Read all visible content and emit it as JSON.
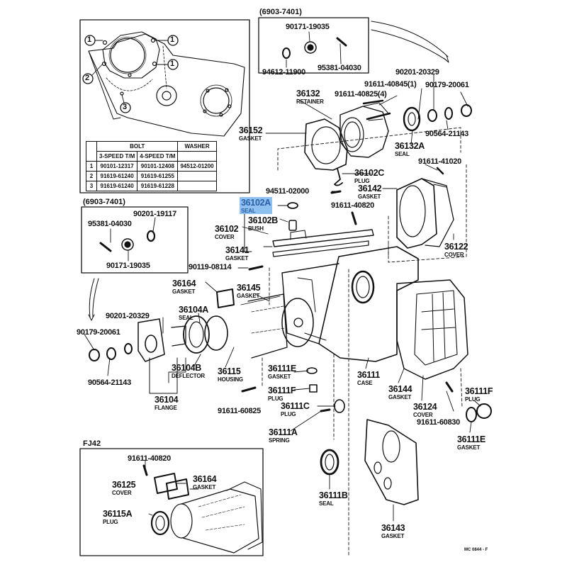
{
  "diagram": {
    "type": "exploded-parts-diagram",
    "footer_code": "MC 0844 - F",
    "highlight_color": "#8fc1f0",
    "highlighted_part": "36102A"
  },
  "inset_bolts": {
    "callouts": [
      "1",
      "1",
      "1",
      "2",
      "3"
    ],
    "table": {
      "header_group": "BOLT",
      "header_washer": "WASHER",
      "col_3speed": "3-SPEED T/M",
      "col_4speed": "4-SPEED T/M",
      "rows": [
        {
          "no": "1",
          "three": "90101-12317",
          "four": "90101-12408",
          "washer": "94512-01200"
        },
        {
          "no": "2",
          "three": "91619-61240",
          "four": "91619-61255",
          "washer": ""
        },
        {
          "no": "3",
          "three": "91619-61240",
          "four": "91619-61228",
          "washer": ""
        }
      ]
    }
  },
  "inset_top": {
    "title": "(6903-7401)",
    "parts": [
      "90171-19035",
      "94612-11900",
      "95381-04030"
    ]
  },
  "inset_left": {
    "title": "(6903-7401)",
    "parts": [
      "90201-19117",
      "95381-04030",
      "90171-19035"
    ]
  },
  "inset_fj42": {
    "title": "FJ42",
    "parts": [
      {
        "pn": "91611-40820",
        "name": ""
      },
      {
        "pn": "36125",
        "name": "COVER"
      },
      {
        "pn": "36164",
        "name": "GASKET"
      },
      {
        "pn": "36115A",
        "name": "PLUG"
      }
    ]
  },
  "parts": {
    "p36132": {
      "pn": "36132",
      "name": "RETAINER"
    },
    "p91611_40825": {
      "pn": "91611-40825(4)",
      "name": ""
    },
    "p91611_40845": {
      "pn": "91611-40845(1)",
      "name": ""
    },
    "p90201_20329_top": {
      "pn": "90201-20329",
      "name": ""
    },
    "p90179_20061_top": {
      "pn": "90179-20061",
      "name": ""
    },
    "p36152": {
      "pn": "36152",
      "name": "GASKET"
    },
    "p90564_21143_top": {
      "pn": "90564-21143",
      "name": ""
    },
    "p36132A": {
      "pn": "36132A",
      "name": "SEAL"
    },
    "p91611_41020": {
      "pn": "91611-41020",
      "name": ""
    },
    "p36102C": {
      "pn": "36102C",
      "name": "PLUG"
    },
    "p94511_02000": {
      "pn": "94511-02000",
      "name": ""
    },
    "p36142": {
      "pn": "36142",
      "name": "GASKET"
    },
    "p36102A": {
      "pn": "36102A",
      "name": "SEAL"
    },
    "p91611_40820": {
      "pn": "91611-40820",
      "name": ""
    },
    "p36102B": {
      "pn": "36102B",
      "name": "BUSH"
    },
    "p36102": {
      "pn": "36102",
      "name": "COVER"
    },
    "p36141": {
      "pn": "36141",
      "name": "GASKET"
    },
    "p36122": {
      "pn": "36122",
      "name": "COVER"
    },
    "p90119_08114": {
      "pn": "90119-08114",
      "name": ""
    },
    "p36164": {
      "pn": "36164",
      "name": "GASKET"
    },
    "p36145": {
      "pn": "36145",
      "name": "GASKET"
    },
    "p36104A": {
      "pn": "36104A",
      "name": "SEAL"
    },
    "p90201_20329_left": {
      "pn": "90201-20329",
      "name": ""
    },
    "p90179_20061_left": {
      "pn": "90179-20061",
      "name": ""
    },
    "p90564_21143_left": {
      "pn": "90564-21143",
      "name": ""
    },
    "p36104B": {
      "pn": "36104B",
      "name": "DEFLECTOR"
    },
    "p36115": {
      "pn": "36115",
      "name": "HOUSING"
    },
    "p36104": {
      "pn": "36104",
      "name": "FLANGE"
    },
    "p36111E_mid": {
      "pn": "36111E",
      "name": "GASKET"
    },
    "p36111": {
      "pn": "36111",
      "name": "CASE"
    },
    "p36144": {
      "pn": "36144",
      "name": "GASKET"
    },
    "p36111F_mid": {
      "pn": "36111F",
      "name": "PLUG"
    },
    "p91611_60825": {
      "pn": "91611-60825",
      "name": ""
    },
    "p36111C": {
      "pn": "36111C",
      "name": "PLUG"
    },
    "p36124": {
      "pn": "36124",
      "name": "COVER"
    },
    "p36111F_right": {
      "pn": "36111F",
      "name": "PLUG"
    },
    "p91611_60830": {
      "pn": "91611-60830",
      "name": ""
    },
    "p36111E_right": {
      "pn": "36111E",
      "name": "GASKET"
    },
    "p36111A": {
      "pn": "36111A",
      "name": "SPRING"
    },
    "p36111B": {
      "pn": "36111B",
      "name": "SEAL"
    },
    "p36143": {
      "pn": "36143",
      "name": "GASKET"
    }
  }
}
